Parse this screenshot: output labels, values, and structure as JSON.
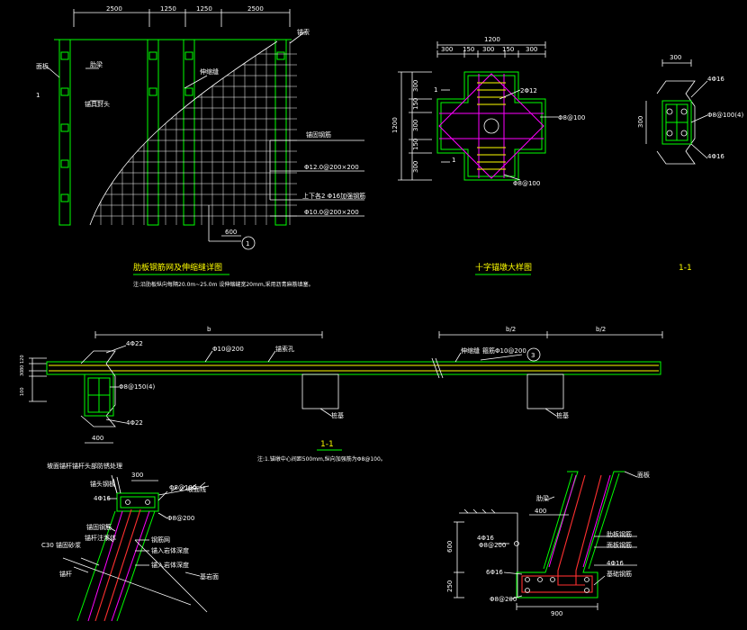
{
  "panel1": {
    "dims_top": [
      "2500",
      "1250",
      "1250",
      "2500"
    ],
    "label_face": "面板",
    "label_rib": "肋梁",
    "label_anchor_head": "锚具封头",
    "label_joint": "伸缩缝",
    "label_anchor": "锚索",
    "label_mark_1": "1",
    "label_bar_main": "锚固钢筋",
    "label_mesh_a": "Φ12.0@200×200",
    "label_bar_add": "上下各2 Φ16加强钢筋",
    "label_mesh_b": "Φ10.0@200×200",
    "dim_600": "600",
    "circle_1": "1",
    "title": "肋板钢筋网及伸缩缝详图",
    "note": "注:沿肋板纵向每隔20.0m~25.0m 设伸缩缝宽20mm,采用沥青麻筋填塞。"
  },
  "panel2": {
    "dim_total": "1200",
    "dims_top": [
      "300",
      "150",
      "300",
      "150",
      "300"
    ],
    "dim_side": "1200",
    "dims_side": [
      "300",
      "150",
      "300",
      "150",
      "300"
    ],
    "label_bar_a": "2Φ12",
    "label_bar_b": "Φ8@100",
    "label_bar_c": "Φ8@100",
    "mark_1a": "1",
    "mark_1b": "1",
    "title": "十字锚墩大样图"
  },
  "panel3": {
    "dim_top": "300",
    "dim_side": "300",
    "label_a": "4Φ16",
    "label_b": "Φ8@100(4)",
    "label_c": "4Φ16",
    "title": "1-1"
  },
  "panel4": {
    "dim_b": "b",
    "dim_mid": "b/2",
    "dim_right": "b/2",
    "dims_left": [
      "120",
      "80",
      "30",
      "100"
    ],
    "label_4phi22_top": "4Φ22",
    "label_phi10": "Φ10@200",
    "label_anchor_rib": "锚索孔",
    "label_joint": "伸缩缝",
    "label_bar_ring": "箍筋Φ10@200",
    "label_stirrup": "Φ8@150(4)",
    "label_4phi22_bot": "4Φ22",
    "label_pile_1": "桩基",
    "label_pile_2": "桩基",
    "dim_400": "400",
    "circle_3": "3",
    "title": "1-1",
    "note": "注:1.锚墩中心间距500mm,纵向加强筋为Φ8@100。"
  },
  "panel5": {
    "label_top_note": "坡面锚杆锚杆头部防锈处理",
    "label_dim_top": "300",
    "label_cap": "锚头钢板",
    "label_phi_bar": "Φ8@100",
    "label_top_bar": "4Φ16",
    "label_phi8": "Φ8@200",
    "label_ground": "坡面线",
    "label_anchor_bar": "锚固钢筋",
    "label_grout": "锚杆注浆体",
    "label_grout_b": "锚入岩体深度",
    "label_grout_c": "锚入岩体深度",
    "label_c30": "C30 锚固砂浆",
    "label_pile": "锚杆",
    "label_rock": "基岩面",
    "label_steel": "钢筋网"
  },
  "panel6": {
    "label_face": "面板",
    "label_rib": "肋梁",
    "dim_400": "400",
    "label_bar_a": "4Φ16",
    "label_bar_b": "Φ8@200",
    "label_bar_c": "肋板钢筋",
    "label_bar_d": "面板钢筋",
    "label_bar_e": "6Φ16",
    "label_bar_f": "4Φ16",
    "label_bar_g": "Φ8@200",
    "label_bar_h": "基础钢筋",
    "dim_250": "250",
    "dim_600": "600",
    "dim_900": "900"
  }
}
